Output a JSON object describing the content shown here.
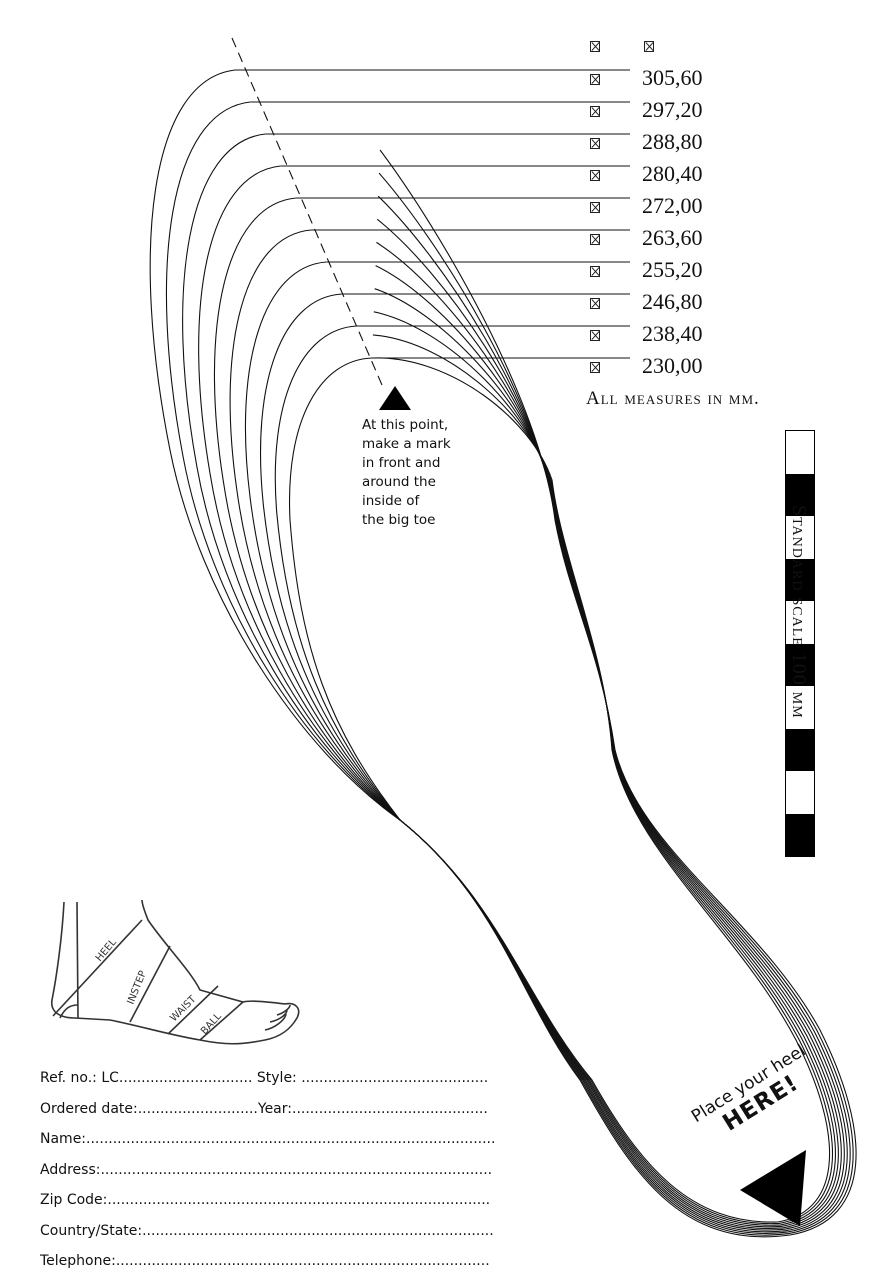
{
  "sizes": [
    "305,60",
    "297,20",
    "288,80",
    "280,40",
    "272,00",
    "263,60",
    "255,20",
    "246,80",
    "238,40",
    "230,00"
  ],
  "measure_note": "All measures in mm.",
  "toe_instruction": [
    "At this point,",
    "make a mark",
    "in front and",
    "around the",
    "inside of",
    "the big toe"
  ],
  "scale_label": "Standard scale 100 mm",
  "heel_text": {
    "line1": "Place your heel",
    "line2": "HERE!"
  },
  "foot_labels": [
    "HEEL",
    "INSTEP",
    "WAIST",
    "BALL"
  ],
  "form": [
    {
      "label": "Ref. no.: LC",
      "dots": "..............................",
      "label2": "Style: ",
      "dots2": ".........................................."
    },
    {
      "label": "Ordered date:",
      "dots": "...........................",
      "label2": "Year:",
      "dots2": "............................................"
    },
    {
      "label": "Name:",
      "dots": "............................................................................................"
    },
    {
      "label": "Address:",
      "dots": "........................................................................................"
    },
    {
      "label": "Zip Code:",
      "dots": "......................................................................................"
    },
    {
      "label": "Country/State:",
      "dots": "..............................................................................."
    },
    {
      "label": "Telephone:",
      "dots": "...................................................................................."
    }
  ]
}
